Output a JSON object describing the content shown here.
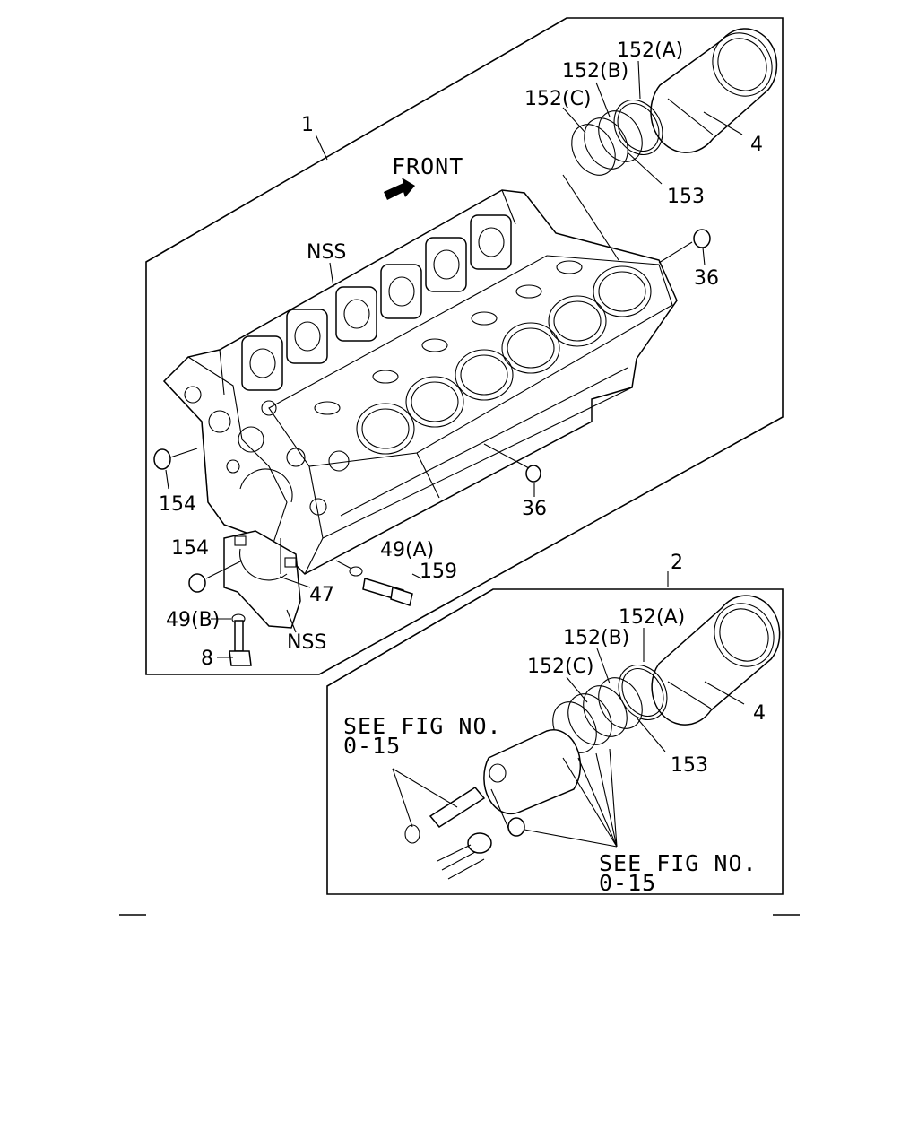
{
  "diagram": {
    "front_label": "FRONT",
    "callouts": {
      "assembly_1": "1",
      "assembly_2": "2",
      "ring_a_1": "152(A)",
      "ring_b_1": "152(B)",
      "ring_c_1": "152(C)",
      "liner_1": "4",
      "oring_1": "153",
      "plug_36_top": "36",
      "plug_36_bottom": "36",
      "nss_top": "NSS",
      "nss_bottom": "NSS",
      "plug_154_upper": "154",
      "plug_154_lower": "154",
      "washer_49a": "49(A)",
      "bolt_159": "159",
      "pin_47": "47",
      "washer_49b": "49(B)",
      "bolt_8": "8",
      "ring_a_2": "152(A)",
      "ring_b_2": "152(B)",
      "ring_c_2": "152(C)",
      "liner_2": "4",
      "oring_2": "153"
    },
    "see_fig_1": {
      "line1": "SEE FIG NO.",
      "line2": "0-15"
    },
    "see_fig_2": {
      "line1": "SEE FIG NO.",
      "line2": "0-15"
    }
  }
}
